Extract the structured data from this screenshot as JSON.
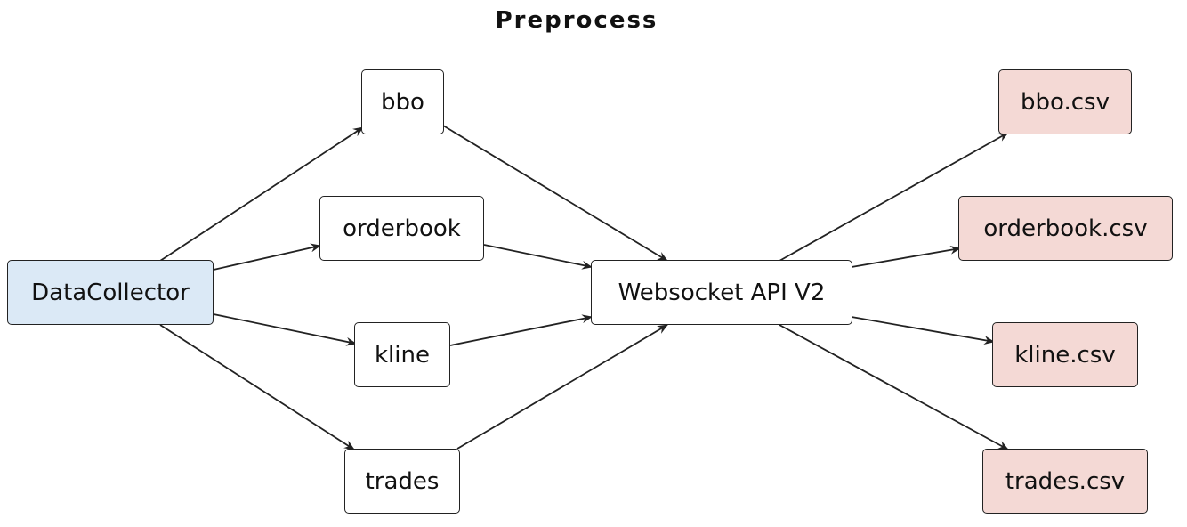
{
  "diagram": {
    "title": "Preprocess",
    "colors": {
      "source_fill": "#dbe9f6",
      "output_fill": "#f4d9d5",
      "node_fill": "#ffffff",
      "stroke": "#222222"
    },
    "nodes": {
      "source": "DataCollector",
      "streams": [
        "bbo",
        "orderbook",
        "kline",
        "trades"
      ],
      "api": "Websocket API V2",
      "outputs": [
        "bbo.csv",
        "orderbook.csv",
        "kline.csv",
        "trades.csv"
      ]
    },
    "edges": [
      [
        "DataCollector",
        "bbo"
      ],
      [
        "DataCollector",
        "orderbook"
      ],
      [
        "DataCollector",
        "kline"
      ],
      [
        "DataCollector",
        "trades"
      ],
      [
        "bbo",
        "Websocket API V2"
      ],
      [
        "orderbook",
        "Websocket API V2"
      ],
      [
        "kline",
        "Websocket API V2"
      ],
      [
        "trades",
        "Websocket API V2"
      ],
      [
        "Websocket API V2",
        "bbo.csv"
      ],
      [
        "Websocket API V2",
        "orderbook.csv"
      ],
      [
        "Websocket API V2",
        "kline.csv"
      ],
      [
        "Websocket API V2",
        "trades.csv"
      ]
    ]
  }
}
